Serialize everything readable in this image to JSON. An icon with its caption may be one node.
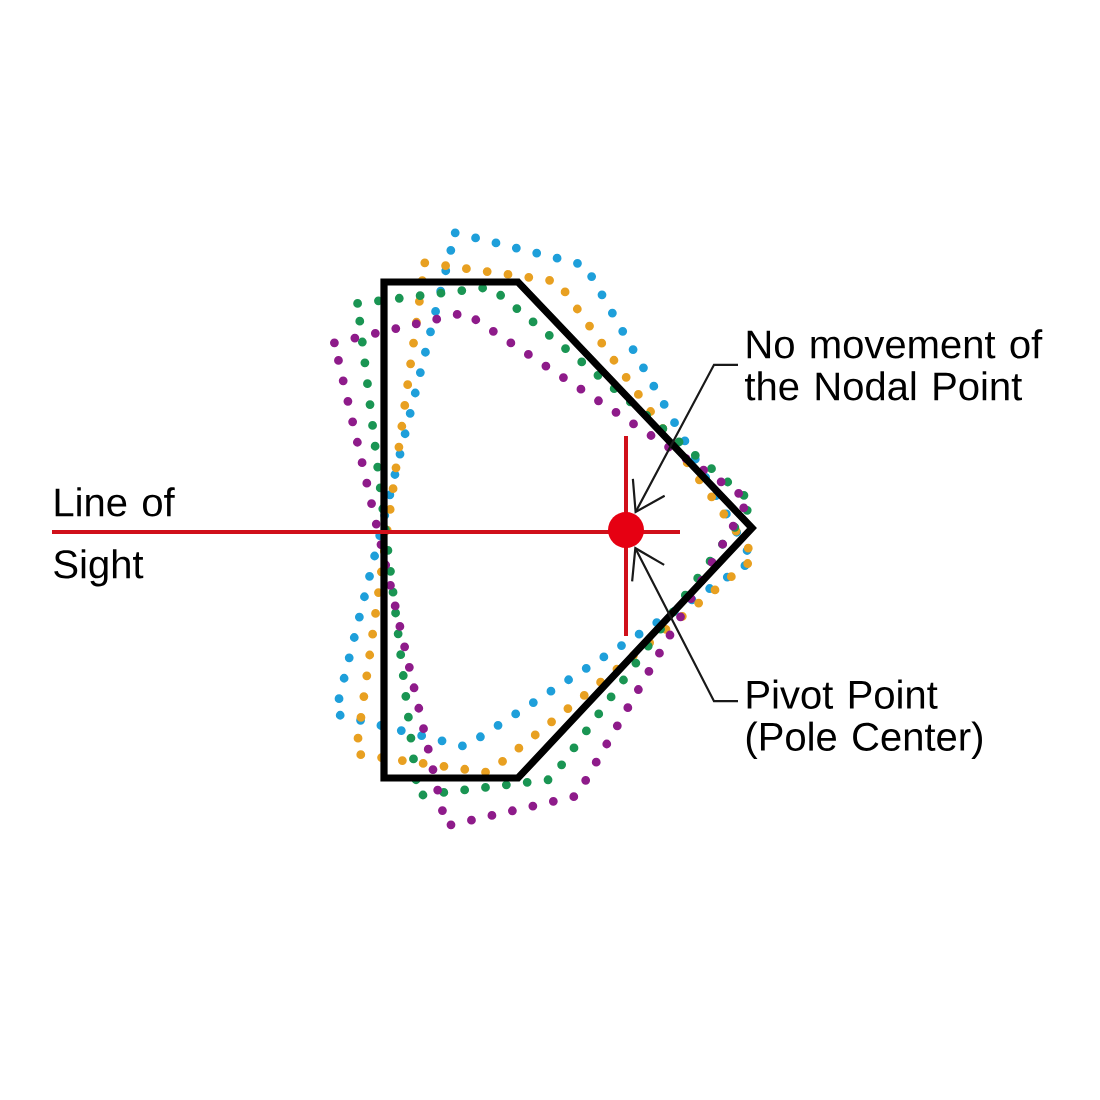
{
  "diagram": {
    "nodes": [
      {
        "text": [
          "No movement of the Nodal Point"
        ]
      },
      {
        "text": [
          "Pivot Point (Pole Center)"
        ]
      },
      {
        "text": [],
        "shape": "circle"
      }
    ],
    "edges": [
      {
        "from": 0,
        "to": 2,
        "arrow": "to"
      },
      {
        "from": 1,
        "to": 2,
        "arrow": "to"
      }
    ],
    "labels": [
      "Line of Sight"
    ]
  }
}
